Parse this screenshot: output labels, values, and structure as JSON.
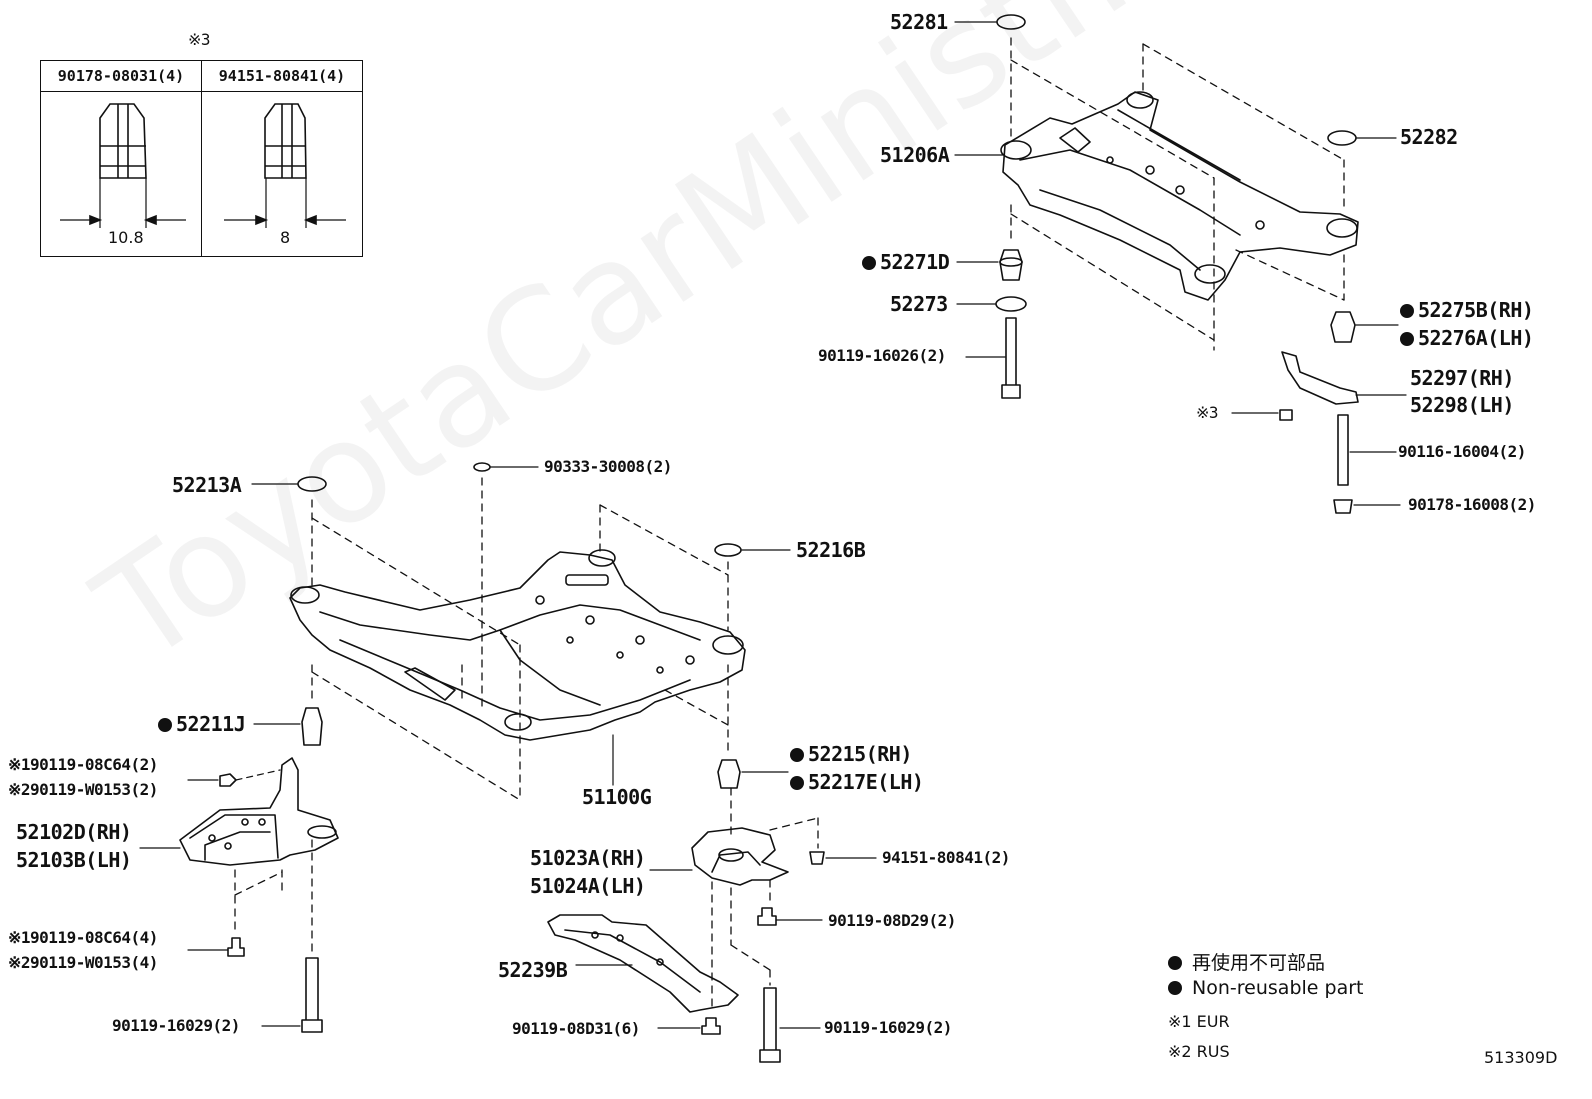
{
  "nut_table": {
    "marker": "※3",
    "columns": [
      {
        "part": "90178-08031(4)",
        "dimension": "10.8"
      },
      {
        "part": "94151-80841(4)",
        "dimension": "8"
      }
    ]
  },
  "rear_labels": {
    "p52281": "52281",
    "p51206A": "51206A",
    "p52271D": "52271D",
    "p52273": "52273",
    "p90119_16026": "90119-16026(2)",
    "p52282": "52282",
    "p52275B": "52275B(RH)",
    "p52276A": "52276A(LH)",
    "p52297": "52297(RH)",
    "p52298": "52298(LH)",
    "p_note3": "※3",
    "p90116": "90116-16004(2)",
    "p90178": "90178-16008(2)"
  },
  "front_labels": {
    "p52213A": "52213A",
    "p90333": "90333-30008(2)",
    "p52216B": "52216B",
    "p52211J": "52211J",
    "p90119_08C64a": "※190119-08C64(2)",
    "p90119_W0153a": "※290119-W0153(2)",
    "p52102D": "52102D(RH)",
    "p52103B": "52103B(LH)",
    "p90119_08C64b": "※190119-08C64(4)",
    "p90119_W0153b": "※290119-W0153(4)",
    "p90119_16029a": "90119-16029(2)",
    "p52215": "52215(RH)",
    "p52217E": "52217E(LH)",
    "p51100G": "51100G",
    "p51023A": "51023A(RH)",
    "p51024A": "51024A(LH)",
    "p94151": "94151-80841(2)",
    "p90119_08D29": "90119-08D29(2)",
    "p52239B": "52239B",
    "p90119_08D31": "90119-08D31(6)",
    "p90119_16029b": "90119-16029(2)"
  },
  "legend": {
    "jp": "再使用不可部品",
    "en": "Non-reusable part",
    "note1": "※1 EUR",
    "note2": "※2 RUS"
  },
  "diagram_id": "513309D",
  "watermark": "ToyotaCarMinistr.ru"
}
